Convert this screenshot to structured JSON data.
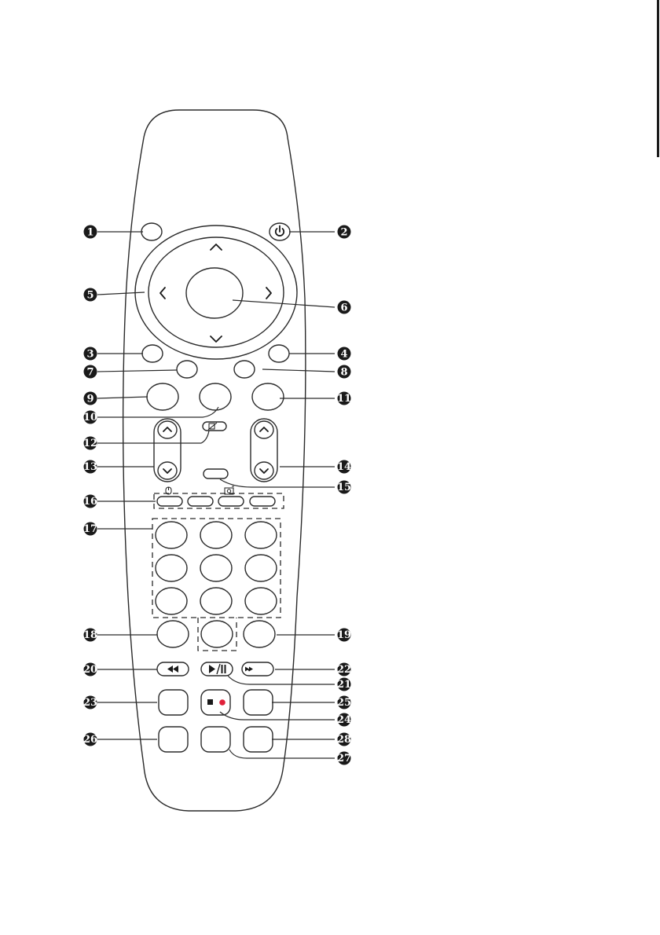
{
  "diagram": {
    "callouts": [
      "1",
      "2",
      "3",
      "4",
      "5",
      "6",
      "7",
      "8",
      "9",
      "10",
      "11",
      "12",
      "13",
      "14",
      "15",
      "16",
      "17",
      "18",
      "19",
      "20",
      "21",
      "22",
      "23",
      "24",
      "25",
      "26",
      "27",
      "28"
    ],
    "icons": {
      "power": "power-icon",
      "up": "arrow-up-icon",
      "down": "arrow-down-icon",
      "left": "arrow-left-icon",
      "right": "arrow-right-icon",
      "mute": "mute-icon",
      "mouse": "mouse-icon",
      "camera": "camera-icon",
      "rewind": "rewind-icon",
      "play_pause": "play-pause-icon",
      "fast_forward": "fast-forward-icon",
      "stop": "stop-icon",
      "record": "record-icon"
    },
    "colors": {
      "outline": "#2a2a2a",
      "callout": "#1a1a1a",
      "record": "#e0203a"
    }
  }
}
